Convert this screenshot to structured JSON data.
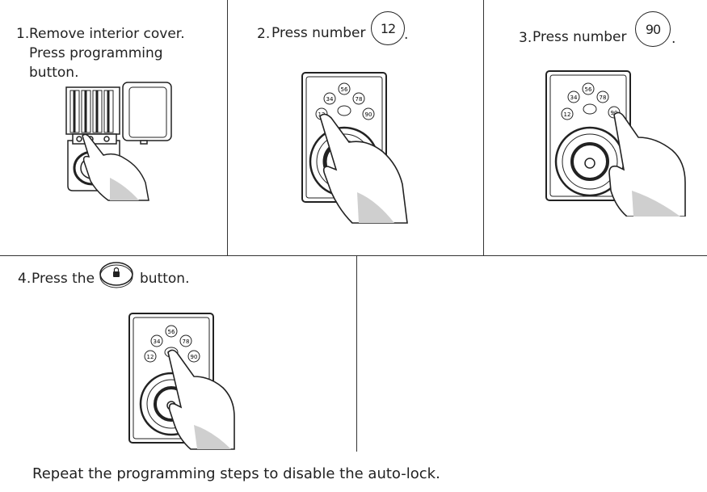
{
  "steps": [
    {
      "num": "1.",
      "lines": [
        "Remove interior cover.",
        "Press programming",
        "button."
      ]
    },
    {
      "num": "2.",
      "text": "Press number",
      "badge": "12",
      "suffix": "."
    },
    {
      "num": "3.",
      "text": "Press number",
      "badge": "90",
      "suffix": "."
    },
    {
      "num": "4.",
      "text": "Press the",
      "suffix": "button."
    }
  ],
  "keypad": {
    "keys": [
      "12",
      "34",
      "56",
      "78",
      "90"
    ]
  },
  "footer": "Repeat the programming steps to disable the auto-lock."
}
